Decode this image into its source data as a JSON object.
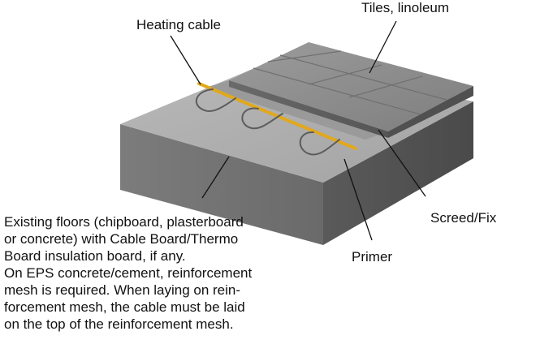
{
  "labels": {
    "heating_cable": "Heating cable",
    "tiles": "Tiles, linoleum",
    "screed": "Screed/Fix",
    "primer": "Primer"
  },
  "description_lines": [
    "Existing floors (chipboard, plasterboard",
    "or concrete) with Cable Board/Thermo",
    "Board insulation board, if any.",
    "On EPS concrete/cement, reinforcement",
    "mesh is required. When laying on rein-",
    "forcement mesh, the cable must be laid",
    "on the top of the reinforcement mesh."
  ],
  "colors": {
    "cable": "#e2a81c",
    "concrete_side": "#6e6e6e",
    "tiles": "#8a8a8a",
    "leader_line": "#111111"
  }
}
